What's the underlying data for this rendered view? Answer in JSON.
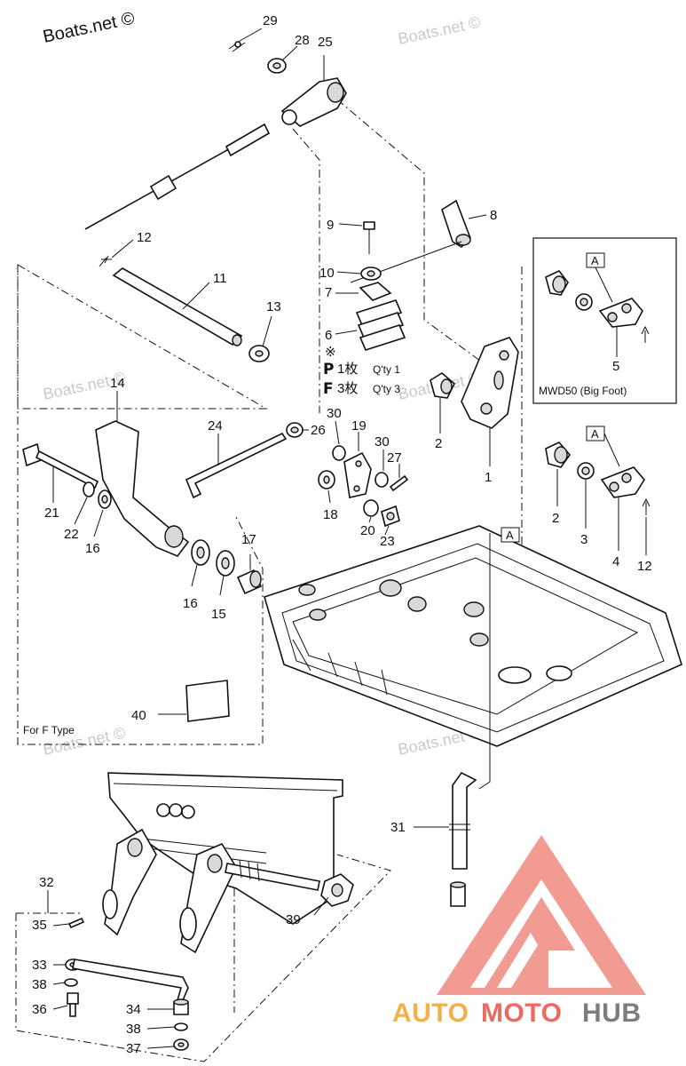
{
  "watermarks": {
    "main": "Boats.net ©",
    "faint": "Boats.net ©"
  },
  "callouts": {
    "c29": "29",
    "c28": "28",
    "c25": "25",
    "c8": "8",
    "c12a": "12",
    "c9": "9",
    "c10": "10",
    "c7": "7",
    "c11": "11",
    "c13": "13",
    "c6": "6",
    "c14": "14",
    "c2a": "2",
    "c1": "1",
    "c30a": "30",
    "c26": "26",
    "c19": "19",
    "c24": "24",
    "c30b": "30",
    "c27": "27",
    "c21": "21",
    "c22": "22",
    "c16a": "16",
    "c18": "18",
    "c20": "20",
    "c23": "23",
    "c16b": "16",
    "c15": "15",
    "c17": "17",
    "c2b": "2",
    "c3": "3",
    "c4": "4",
    "c12b": "12",
    "c5": "5",
    "c40": "40",
    "c31": "31",
    "c32": "32",
    "c35": "35",
    "c33": "33",
    "c38a": "38",
    "c36": "36",
    "c34": "34",
    "c38b": "38",
    "c37": "37",
    "c39": "39"
  },
  "notes": {
    "asterisk": "※",
    "p_label": "P",
    "p_qty_jp": "1枚",
    "p_qty_en": "Q'ty 1",
    "f_label": "F",
    "f_qty_jp": "3枚",
    "f_qty_en": "Q'ty 3"
  },
  "inset": {
    "letter_a1": "A",
    "letter_a2": "A",
    "letter_a3": "A",
    "caption": "MWD50 (Big Foot)"
  },
  "for_f_type": "For F Type",
  "logo": {
    "part1": "AUTO",
    "part2": "MOTO",
    "part3": "HUB",
    "color1": "#f2b04a",
    "color2": "#ee6a5f",
    "color3": "#7d7d7d"
  }
}
